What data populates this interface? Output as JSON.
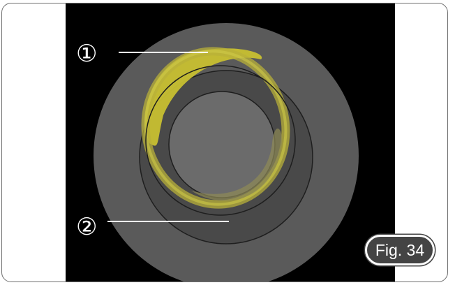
{
  "callouts": [
    {
      "label": "①"
    },
    {
      "label": "②"
    }
  ],
  "figure": {
    "label": "Fig. 34"
  },
  "colors": {
    "background": "#000000",
    "outer_disc": "#5a5a5a",
    "inner_disc": "#6b6b6b",
    "phase_ring": "#c8c032",
    "leader_lines": "#ffffff"
  }
}
